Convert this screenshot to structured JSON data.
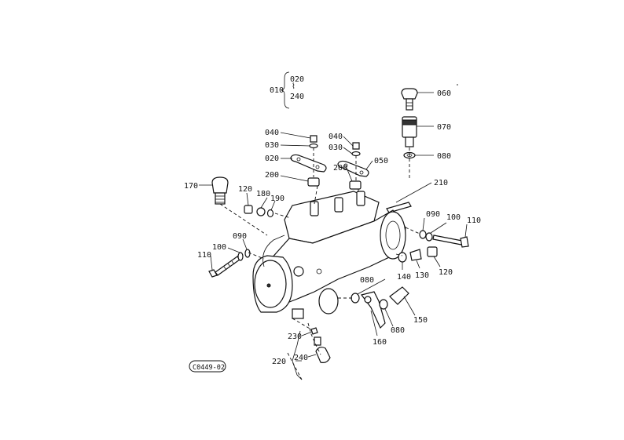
{
  "diagram": {
    "code": "C0449-02",
    "group": {
      "main": "010",
      "from": "020",
      "to": "240"
    },
    "callouts": [
      {
        "id": "060",
        "text": "060"
      },
      {
        "id": "070",
        "text": "070"
      },
      {
        "id": "080a",
        "text": "080"
      },
      {
        "id": "040a",
        "text": "040"
      },
      {
        "id": "030a",
        "text": "030"
      },
      {
        "id": "020",
        "text": "020"
      },
      {
        "id": "040b",
        "text": "040"
      },
      {
        "id": "030b",
        "text": "030"
      },
      {
        "id": "050",
        "text": "050"
      },
      {
        "id": "200a",
        "text": "200"
      },
      {
        "id": "200b",
        "text": "200"
      },
      {
        "id": "210",
        "text": "210"
      },
      {
        "id": "170",
        "text": "170"
      },
      {
        "id": "120a",
        "text": "120"
      },
      {
        "id": "180",
        "text": "180"
      },
      {
        "id": "190",
        "text": "190"
      },
      {
        "id": "090a",
        "text": "090"
      },
      {
        "id": "100a",
        "text": "100"
      },
      {
        "id": "110a",
        "text": "110"
      },
      {
        "id": "090b",
        "text": "090"
      },
      {
        "id": "100b",
        "text": "100"
      },
      {
        "id": "110b",
        "text": "110"
      },
      {
        "id": "140",
        "text": "140"
      },
      {
        "id": "130",
        "text": "130"
      },
      {
        "id": "120b",
        "text": "120"
      },
      {
        "id": "080b",
        "text": "080"
      },
      {
        "id": "150",
        "text": "150"
      },
      {
        "id": "160",
        "text": "160"
      },
      {
        "id": "080c",
        "text": "080"
      },
      {
        "id": "230",
        "text": "230"
      },
      {
        "id": "220",
        "text": "220"
      },
      {
        "id": "240",
        "text": "240"
      }
    ]
  }
}
